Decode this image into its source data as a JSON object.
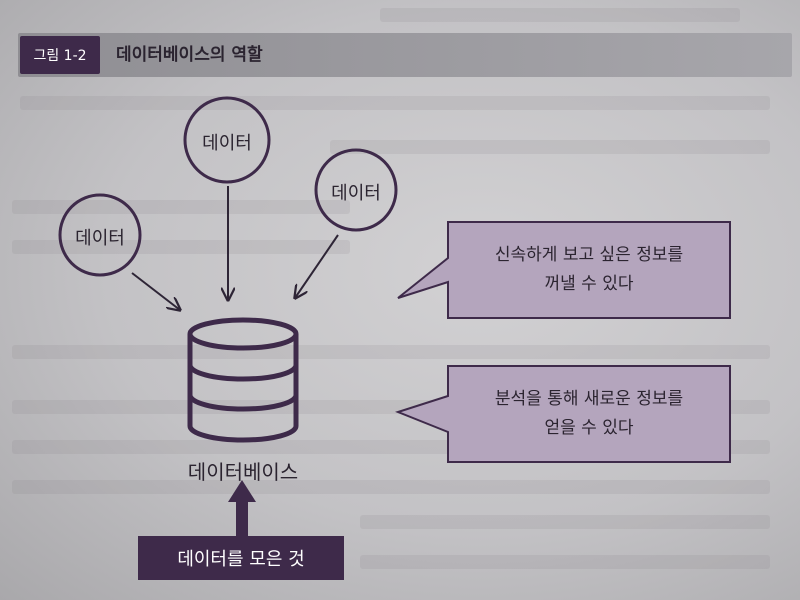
{
  "figure": {
    "badge": "그림 1-2",
    "title": "데이터베이스의 역할"
  },
  "inputs": [
    "데이터",
    "데이터",
    "데이터"
  ],
  "database": {
    "label": "데이터베이스",
    "icon": "database-icon"
  },
  "callouts": [
    {
      "line1": "신속하게 보고 싶은 정보를",
      "line2": "꺼낼 수 있다"
    },
    {
      "line1": "분석을 통해 새로운 정보를",
      "line2": "얻을 수 있다"
    }
  ],
  "source_box": "데이터를 모은 것",
  "colors": {
    "accent_dark": "#3e2a4a",
    "callout_fill": "#b4a5bd",
    "line": "#2e2536"
  }
}
